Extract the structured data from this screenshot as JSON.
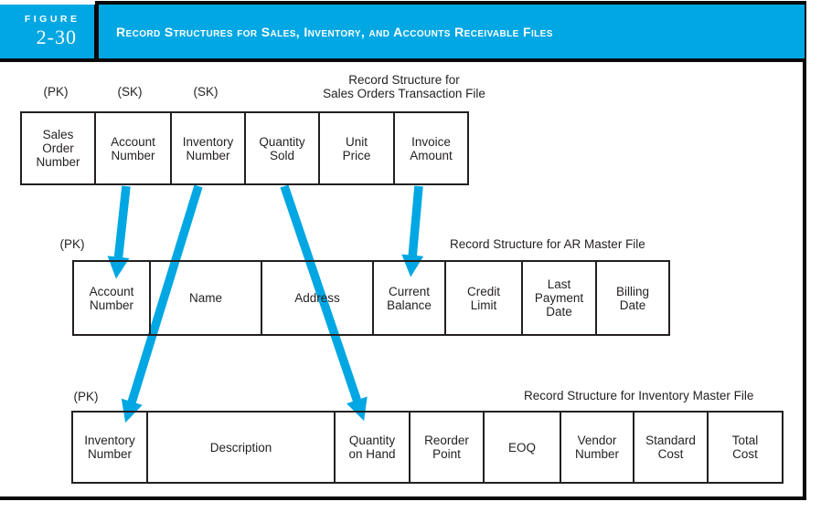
{
  "header": {
    "kicker": "FIGURE",
    "figure_number": "2-30",
    "title": "Record Structures for Sales, Inventory, and Accounts Receivable Files"
  },
  "colors": {
    "accent": "#00a7e3",
    "text": "#231f20",
    "frame": "#0a0a0a",
    "header_text": "#ffffff"
  },
  "tables": [
    {
      "name": "Sales Orders Transaction File",
      "caption_line1": "Record Structure for",
      "caption_line2": "Sales Orders Transaction File",
      "keys": [
        "(PK)",
        "(SK)",
        "(SK)"
      ],
      "fields": [
        "Sales\nOrder\nNumber",
        "Account\nNumber",
        "Inventory\nNumber",
        "Quantity\nSold",
        "Unit\nPrice",
        "Invoice\nAmount"
      ]
    },
    {
      "name": "AR Master File",
      "caption": "Record Structure for AR Master File",
      "key": "(PK)",
      "fields": [
        "Account\nNumber",
        "Name",
        "Address",
        "Current\nBalance",
        "Credit\nLimit",
        "Last\nPayment\nDate",
        "Billing\nDate"
      ]
    },
    {
      "name": "Inventory Master File",
      "caption": "Record Structure for Inventory Master File",
      "key": "(PK)",
      "fields": [
        "Inventory\nNumber",
        "Description",
        "Quantity\non Hand",
        "Reorder\nPoint",
        "EOQ",
        "Vendor\nNumber",
        "Standard\nCost",
        "Total\nCost"
      ]
    }
  ],
  "links": [
    {
      "from": "Sales Orders.Account Number",
      "to": "AR Master.Account Number"
    },
    {
      "from": "Sales Orders.Inventory Number",
      "to": "Inventory Master.Inventory Number"
    },
    {
      "from": "Sales Orders.Quantity Sold",
      "to": "Inventory Master.Quantity on Hand"
    },
    {
      "from": "Sales Orders.Invoice Amount",
      "to": "AR Master.Current Balance"
    }
  ]
}
